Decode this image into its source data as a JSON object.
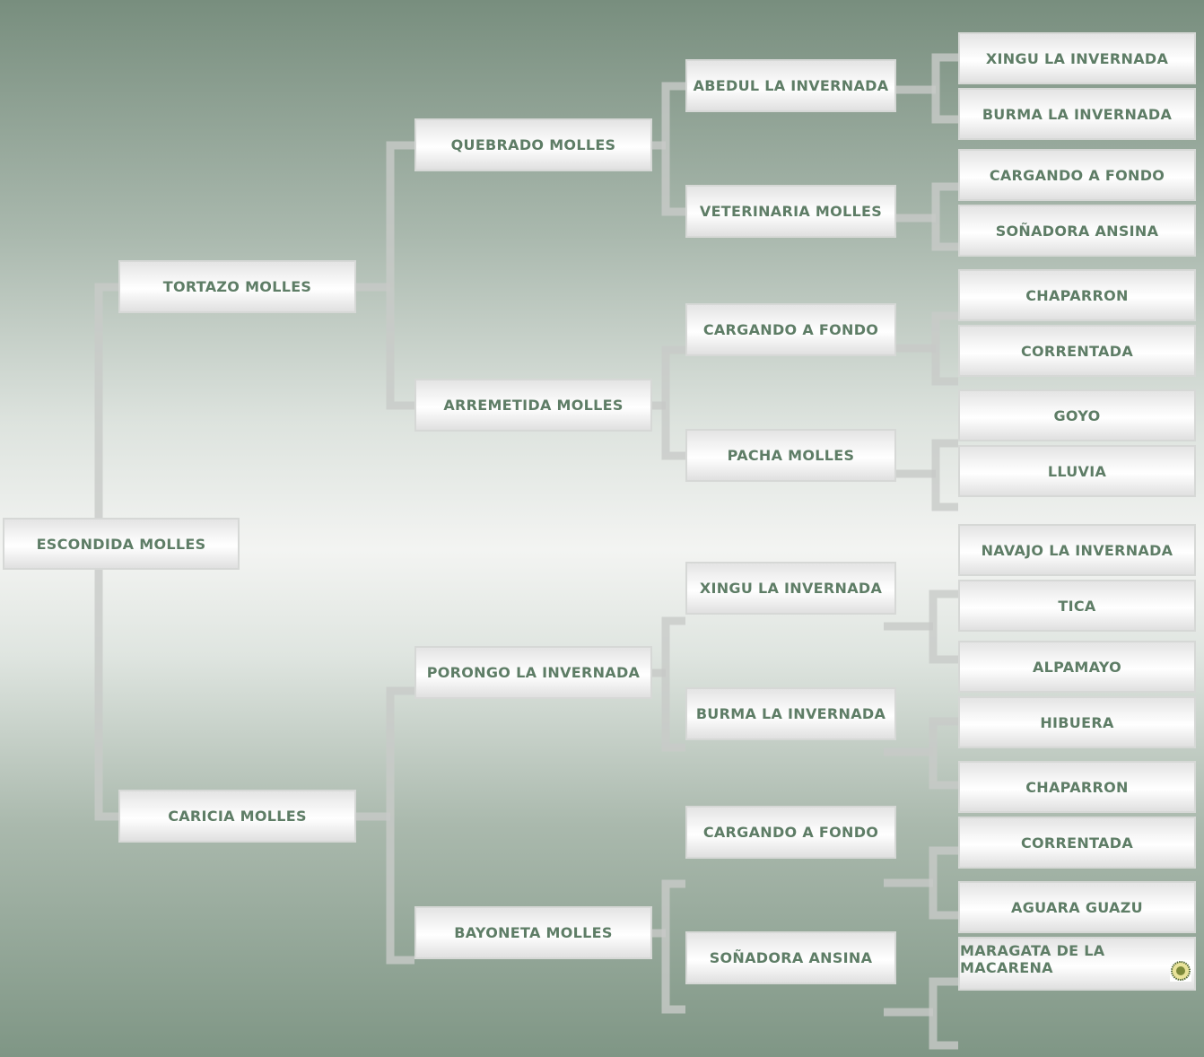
{
  "pedigree": {
    "subject": "ESCONDIDA MOLLES",
    "gen1": [
      "TORTAZO MOLLES",
      "CARICIA MOLLES"
    ],
    "gen2": [
      "QUEBRADO MOLLES",
      "ARREMETIDA MOLLES",
      "PORONGO LA INVERNADA",
      "BAYONETA MOLLES"
    ],
    "gen3": [
      "ABEDUL LA INVERNADA",
      "VETERINARIA MOLLES",
      "CARGANDO A FONDO",
      "PACHA MOLLES",
      "XINGU LA INVERNADA",
      "BURMA LA INVERNADA",
      "CARGANDO A FONDO",
      "SOÑADORA ANSINA"
    ],
    "gen4": [
      "XINGU LA INVERNADA",
      "BURMA LA INVERNADA",
      "CARGANDO A FONDO",
      "SOÑADORA ANSINA",
      "CHAPARRON",
      "CORRENTADA",
      "GOYO",
      "LLUVIA",
      "NAVAJO LA INVERNADA",
      "TICA",
      "ALPAMAYO",
      "HIBUERA",
      "CHAPARRON",
      "CORRENTADA",
      "AGUARA GUAZU",
      "MARAGATA DE LA MACARENA"
    ]
  },
  "colors": {
    "text": "#5e7d66",
    "connector": "#c8cac8"
  },
  "logo_icon": "seal-logo-icon"
}
